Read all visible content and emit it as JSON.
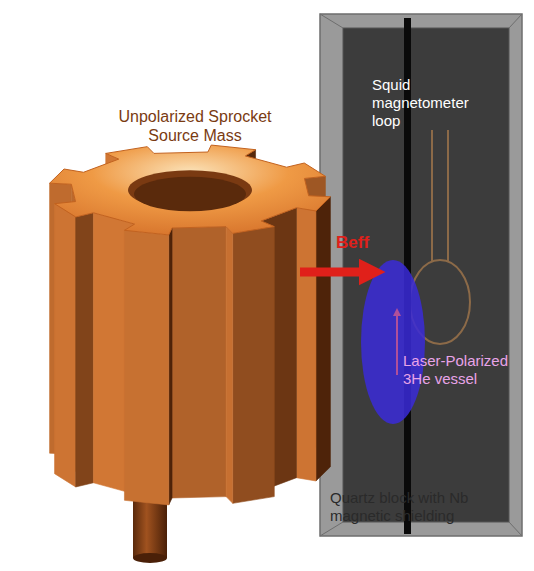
{
  "diagram": {
    "labels": [
      "Unpolarized Sprocket Source Mass",
      "Squid magnetometer loop",
      "Beff",
      "Laser-Polarized 3He vessel",
      "Quartz block with Nb magnetic shielding"
    ]
  }
}
